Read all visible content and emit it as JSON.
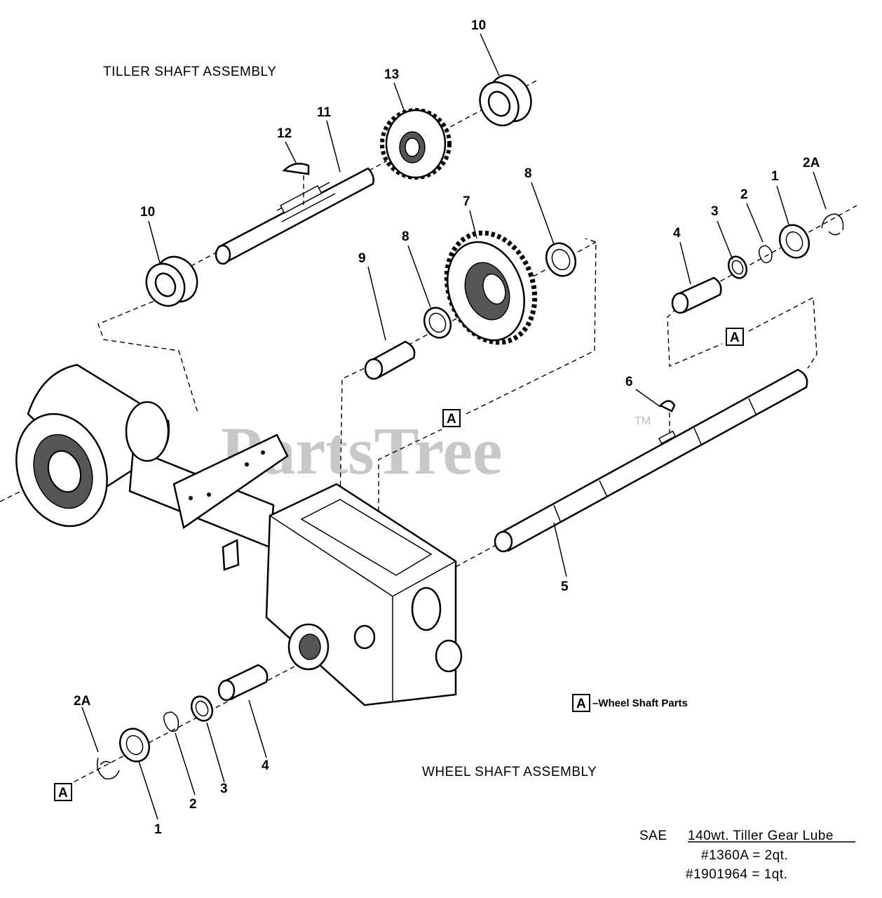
{
  "titles": {
    "tiller_shaft_assembly": "TILLER SHAFT ASSEMBLY",
    "wheel_shaft_assembly": "WHEEL SHAFT ASSEMBLY"
  },
  "watermark": {
    "text": "PartsTree",
    "tm": "TM"
  },
  "callouts": {
    "n10_top": "10",
    "n13": "13",
    "n11": "11",
    "n12": "12",
    "n10_left": "10",
    "n8_right": "8",
    "n7": "7",
    "n8_left": "8",
    "n9": "9",
    "n4_right": "4",
    "n3_right": "3",
    "n2_right": "2",
    "n1_right": "1",
    "n2a_right": "2A",
    "n6": "6",
    "n5": "5",
    "n2a_left": "2A",
    "n1_left": "1",
    "n2_left": "2",
    "n3_left": "3",
    "n4_left": "4"
  },
  "box_labels": {
    "a_right": "A",
    "a_center": "A",
    "a_legend": "A",
    "a_left": "A"
  },
  "legend": {
    "text": "–Wheel Shaft Parts"
  },
  "lube_note": {
    "prefix": "SAE",
    "title": "140wt. Tiller Gear Lube",
    "line1": "#1360A = 2qt.",
    "line2": "#1901964 = 1qt."
  }
}
